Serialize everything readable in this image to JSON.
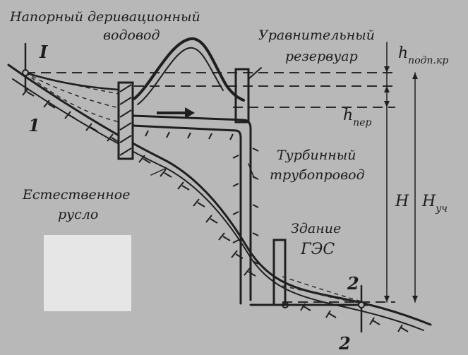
{
  "labels": {
    "conduit": "Напорный деривационный",
    "conduit_line2": "водовод",
    "surge_tank": "Уравнительный",
    "surge_tank_line2": "резервуар",
    "turbine_pipe": "Турбинный",
    "turbine_pipe_line2": "трубопровод",
    "natural_channel": "Естественное",
    "natural_channel_line2": "русло",
    "powerhouse": "Здание",
    "powerhouse_line2": "ГЭС",
    "h_main": "h",
    "h_main_sub": "подп.кр",
    "h_loss": "h",
    "h_loss_sub": "пер",
    "head": "H",
    "head_site": "H",
    "head_site_sub": "уч",
    "section1_top": "I",
    "section1_bottom": "1",
    "section2_top": "2",
    "section2_bottom": "2"
  },
  "colors": {
    "background": "#b8b8b8",
    "ink": "#1f1f1f",
    "blank_box": "#e6e6e6"
  }
}
